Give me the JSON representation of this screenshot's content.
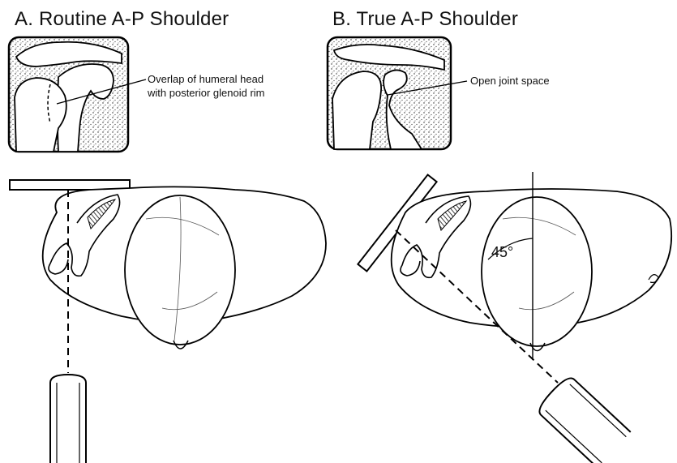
{
  "panel_a": {
    "title": "A. Routine A-P Shoulder",
    "callout_line1": "Overlap of humeral head",
    "callout_line2": "with posterior glenoid rim"
  },
  "panel_b": {
    "title": "B. True A-P Shoulder",
    "callout": "Open joint space",
    "angle_label": "45°"
  }
}
